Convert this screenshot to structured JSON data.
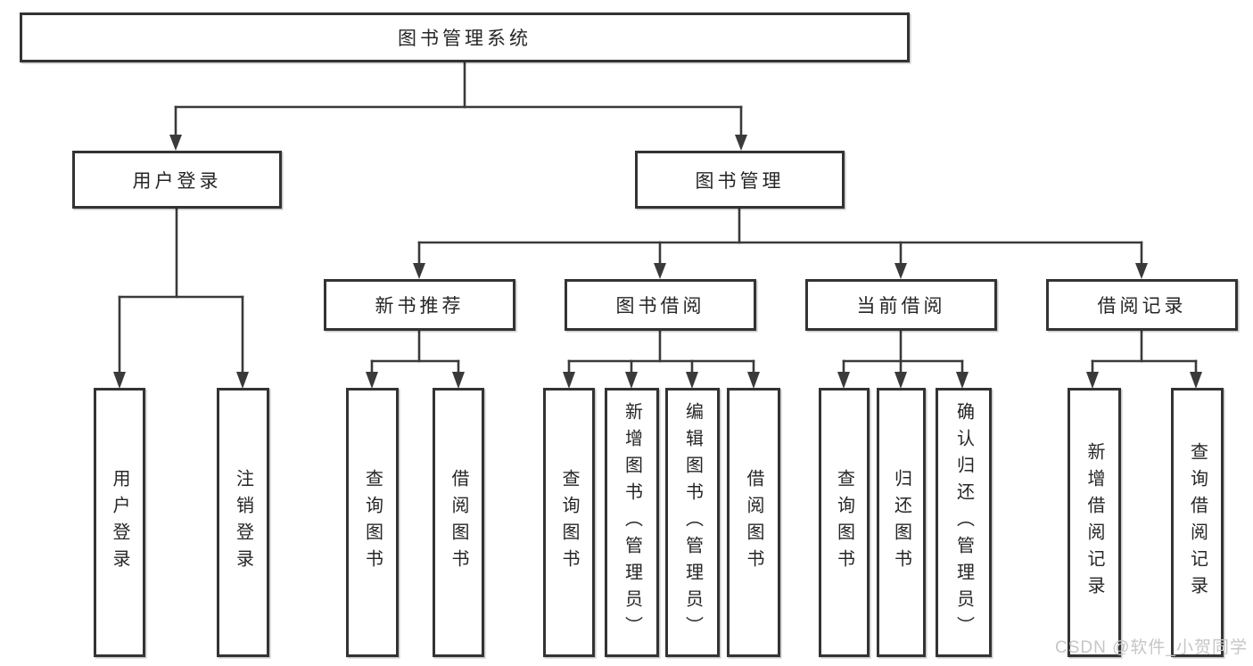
{
  "tree": {
    "label": "图书管理系统",
    "children": [
      {
        "label": "用户登录",
        "children": [
          {
            "label": "用户登录"
          },
          {
            "label": "注销登录"
          }
        ]
      },
      {
        "label": "图书管理",
        "children": [
          {
            "label": "新书推荐",
            "children": [
              {
                "label": "查询图书"
              },
              {
                "label": "借阅图书"
              }
            ]
          },
          {
            "label": "图书借阅",
            "children": [
              {
                "label": "查询图书"
              },
              {
                "label": "新增图书（管理员）"
              },
              {
                "label": "编辑图书（管理员）"
              },
              {
                "label": "借阅图书"
              }
            ]
          },
          {
            "label": "当前借阅",
            "children": [
              {
                "label": "查询图书"
              },
              {
                "label": "归还图书"
              },
              {
                "label": "确认归还（管理员）"
              }
            ]
          },
          {
            "label": "借阅记录",
            "children": [
              {
                "label": "新增借阅记录"
              },
              {
                "label": "查询借阅记录"
              }
            ]
          }
        ]
      }
    ]
  },
  "watermark": {
    "text": "CSDN @软件_小贺同学"
  },
  "colors": {
    "line": "#3a3a3a",
    "box_border": "#333333",
    "box_fill": "#ffffff",
    "text": "#262626",
    "watermark": "#c6c6c6",
    "background": "#ffffff"
  }
}
